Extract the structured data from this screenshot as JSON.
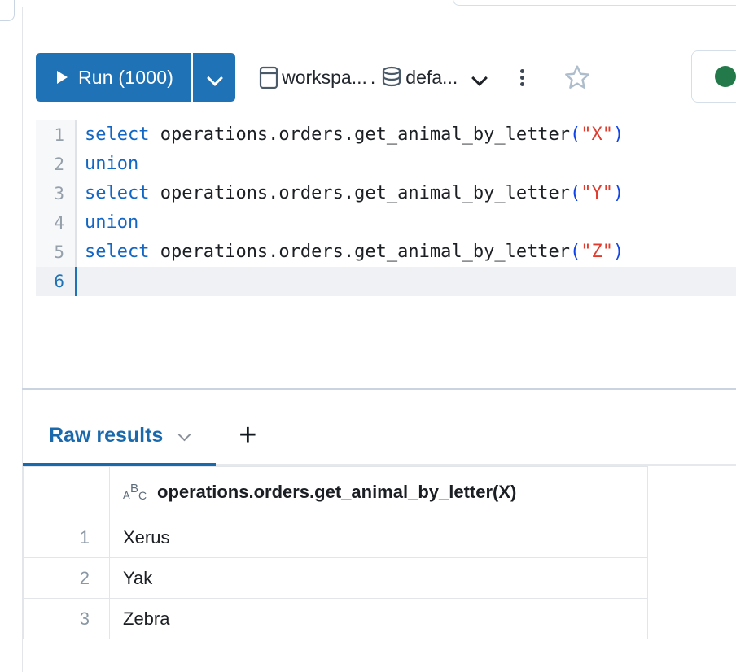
{
  "toolbar": {
    "run_label": "Run  (1000)",
    "run_caret_icon": "chevron-down-icon",
    "play_icon": "play-triangle-icon",
    "catalog_icon": "catalog-icon",
    "catalog_label": "workspa...",
    "separator": ".",
    "schema_icon": "database-icon",
    "schema_label": "defa...",
    "context_caret_icon": "chevron-down-icon",
    "more_icon": "kebab-menu-icon",
    "favorite_icon": "star-outline-icon",
    "status_icon": "status-dot-icon",
    "status_color": "#24794a"
  },
  "editor": {
    "lines": [
      {
        "number": "1",
        "active": false,
        "tokens": [
          {
            "t": "select",
            "c": "kw"
          },
          {
            "t": " operations.orders.get_animal_by_letter",
            "c": "plain"
          },
          {
            "t": "(",
            "c": "punc"
          },
          {
            "t": "\"X\"",
            "c": "str"
          },
          {
            "t": ")",
            "c": "punc"
          }
        ]
      },
      {
        "number": "2",
        "active": false,
        "tokens": [
          {
            "t": "union",
            "c": "kw"
          }
        ]
      },
      {
        "number": "3",
        "active": false,
        "tokens": [
          {
            "t": "select",
            "c": "kw"
          },
          {
            "t": " operations.orders.get_animal_by_letter",
            "c": "plain"
          },
          {
            "t": "(",
            "c": "punc"
          },
          {
            "t": "\"Y\"",
            "c": "str"
          },
          {
            "t": ")",
            "c": "punc"
          }
        ]
      },
      {
        "number": "4",
        "active": false,
        "tokens": [
          {
            "t": "union",
            "c": "kw"
          }
        ]
      },
      {
        "number": "5",
        "active": false,
        "tokens": [
          {
            "t": "select",
            "c": "kw"
          },
          {
            "t": " operations.orders.get_animal_by_letter",
            "c": "plain"
          },
          {
            "t": "(",
            "c": "punc"
          },
          {
            "t": "\"Z\"",
            "c": "str"
          },
          {
            "t": ")",
            "c": "punc"
          }
        ]
      },
      {
        "number": "6",
        "active": true,
        "tokens": []
      }
    ]
  },
  "results": {
    "tab_label": "Raw results",
    "tab_caret_icon": "chevron-down-icon",
    "add_tab_icon": "plus-icon",
    "add_tab_label": "+",
    "columns": [
      {
        "header": "",
        "type_icon": ""
      },
      {
        "header": "operations.orders.get_animal_by_letter(X)",
        "type_icon": "abc-string-type-icon"
      }
    ],
    "rows": [
      {
        "num": "1",
        "value": "Xerus"
      },
      {
        "num": "2",
        "value": "Yak"
      },
      {
        "num": "3",
        "value": "Zebra"
      }
    ]
  },
  "colors": {
    "accent_blue": "#1f72b5",
    "tab_blue": "#1b69ad",
    "status_green": "#24794a",
    "keyword_blue": "#1266c4",
    "string_red": "#e23b2e",
    "punct_blue": "#1245e8"
  }
}
